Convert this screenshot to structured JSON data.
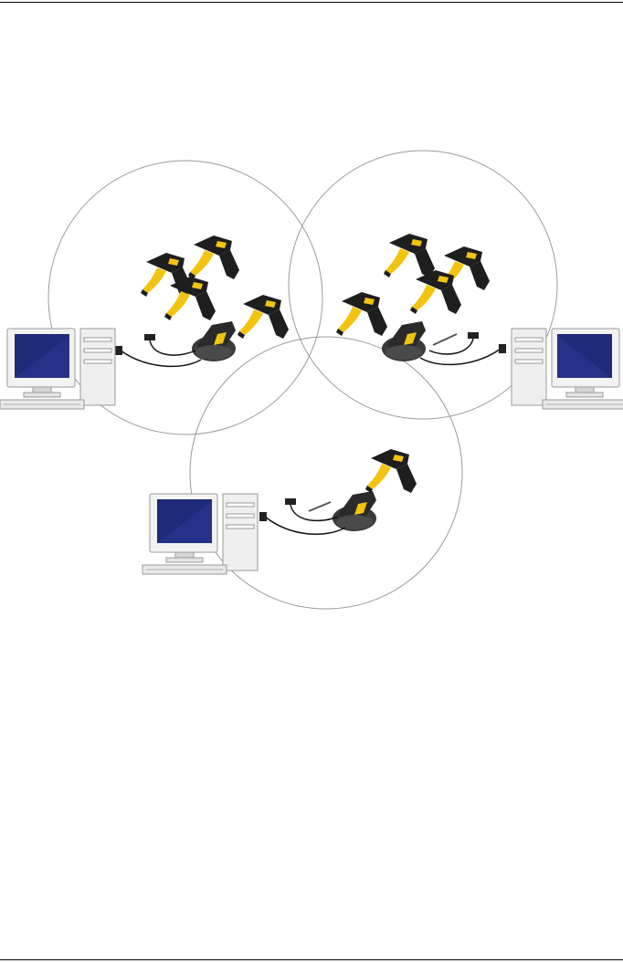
{
  "diagram": {
    "cells": [
      {
        "id": "cell-left",
        "scanners": 4
      },
      {
        "id": "cell-right",
        "scanners": 4
      },
      {
        "id": "cell-bottom",
        "scanners": 1
      }
    ],
    "colors": {
      "circle": "#9a9a9a",
      "scanner_body": "#1e1e1e",
      "scanner_accent": "#f2c411",
      "cradle": "#3a3a3a",
      "monitor_screen": "#1f2a78",
      "pc_case": "#efefef",
      "cable": "#111111"
    }
  }
}
